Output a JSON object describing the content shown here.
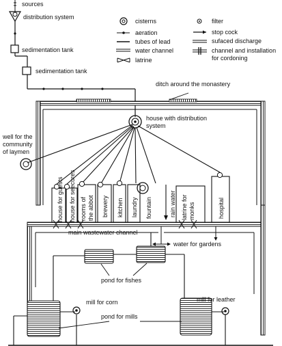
{
  "labels": {
    "sources": "sources",
    "distribution_system": "distribution system",
    "sedimentation_tank_1": "sedimentation tank",
    "sedimentation_tank_2": "sedimentation tank",
    "ditch": "ditch around the monastery",
    "house_distribution": [
      "house with distribution",
      "system"
    ],
    "well": [
      "well for the",
      "community",
      "of laymen"
    ],
    "main_wastewater": "main wastewater channel",
    "water_for_gardens": "water for gardens",
    "pond_fishes": "pond for fishes",
    "mill_corn": "mill for corn",
    "mill_leather": "mill for leather",
    "pond_mills": "pond for mills"
  },
  "buildings": [
    {
      "key": "house_guests",
      "text": "house for guests"
    },
    {
      "key": "house_seecures",
      "text": "house for seecures"
    },
    {
      "key": "rooms_abbot",
      "text": "rooms of the abbot"
    },
    {
      "key": "brewery",
      "text": "brewery"
    },
    {
      "key": "kitchen",
      "text": "kitchen"
    },
    {
      "key": "laundry",
      "text": "laundry"
    },
    {
      "key": "fountain",
      "text": "fountain"
    },
    {
      "key": "rain_water",
      "text": "rain water"
    },
    {
      "key": "latrine_monks",
      "text": "latrine for monks"
    },
    {
      "key": "hospital",
      "text": "hospital"
    }
  ],
  "legend": [
    {
      "key": "cisterns",
      "label": [
        "cisterns"
      ]
    },
    {
      "key": "aeration",
      "label": [
        "aeration"
      ]
    },
    {
      "key": "tubes_lead",
      "label": [
        "tubes of lead"
      ]
    },
    {
      "key": "water_channel",
      "label": [
        "water channel"
      ]
    },
    {
      "key": "latrine",
      "label": [
        "latrine"
      ]
    },
    {
      "key": "filter",
      "label": [
        "filter"
      ]
    },
    {
      "key": "stop_cock",
      "label": [
        "stop cock"
      ]
    },
    {
      "key": "surfaced_discharge",
      "label": [
        "sufaced discharge"
      ]
    },
    {
      "key": "cordoning",
      "label": [
        "channel and installation",
        "for cordoning"
      ]
    }
  ],
  "colors": {
    "ink": "#111111",
    "paper": "#ffffff"
  }
}
